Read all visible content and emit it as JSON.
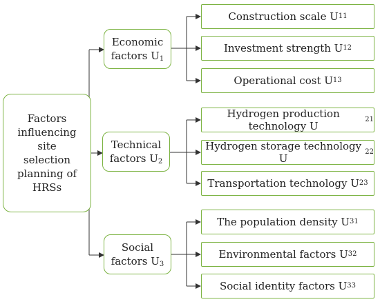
{
  "diagram": {
    "root": {
      "lines": [
        "Factors",
        "influencing",
        "site",
        "selection",
        "planning of",
        "HRSs"
      ]
    },
    "categories": [
      {
        "line1": "Economic",
        "line2": "factors U",
        "sub": "1",
        "items": [
          {
            "label": "Construction scale U",
            "sub": "11"
          },
          {
            "label": "Investment strength U",
            "sub": "12"
          },
          {
            "label": "Operational cost U",
            "sub": "13"
          }
        ]
      },
      {
        "line1": "Technical",
        "line2": "factors U",
        "sub": "2",
        "items": [
          {
            "label": "Hydrogen production technology U",
            "sub": "21"
          },
          {
            "label": "Hydrogen storage technology U",
            "sub": "22"
          },
          {
            "label": "Transportation technology U",
            "sub": "23"
          }
        ]
      },
      {
        "line1": "Social",
        "line2": "factors U",
        "sub": "3",
        "items": [
          {
            "label": "The population density U",
            "sub": "31"
          },
          {
            "label": "Environmental factors U",
            "sub": "32"
          },
          {
            "label": "Social identity factors U",
            "sub": "33"
          }
        ]
      }
    ]
  },
  "colors": {
    "box_border": "#7cb342",
    "connector": "#333333"
  }
}
